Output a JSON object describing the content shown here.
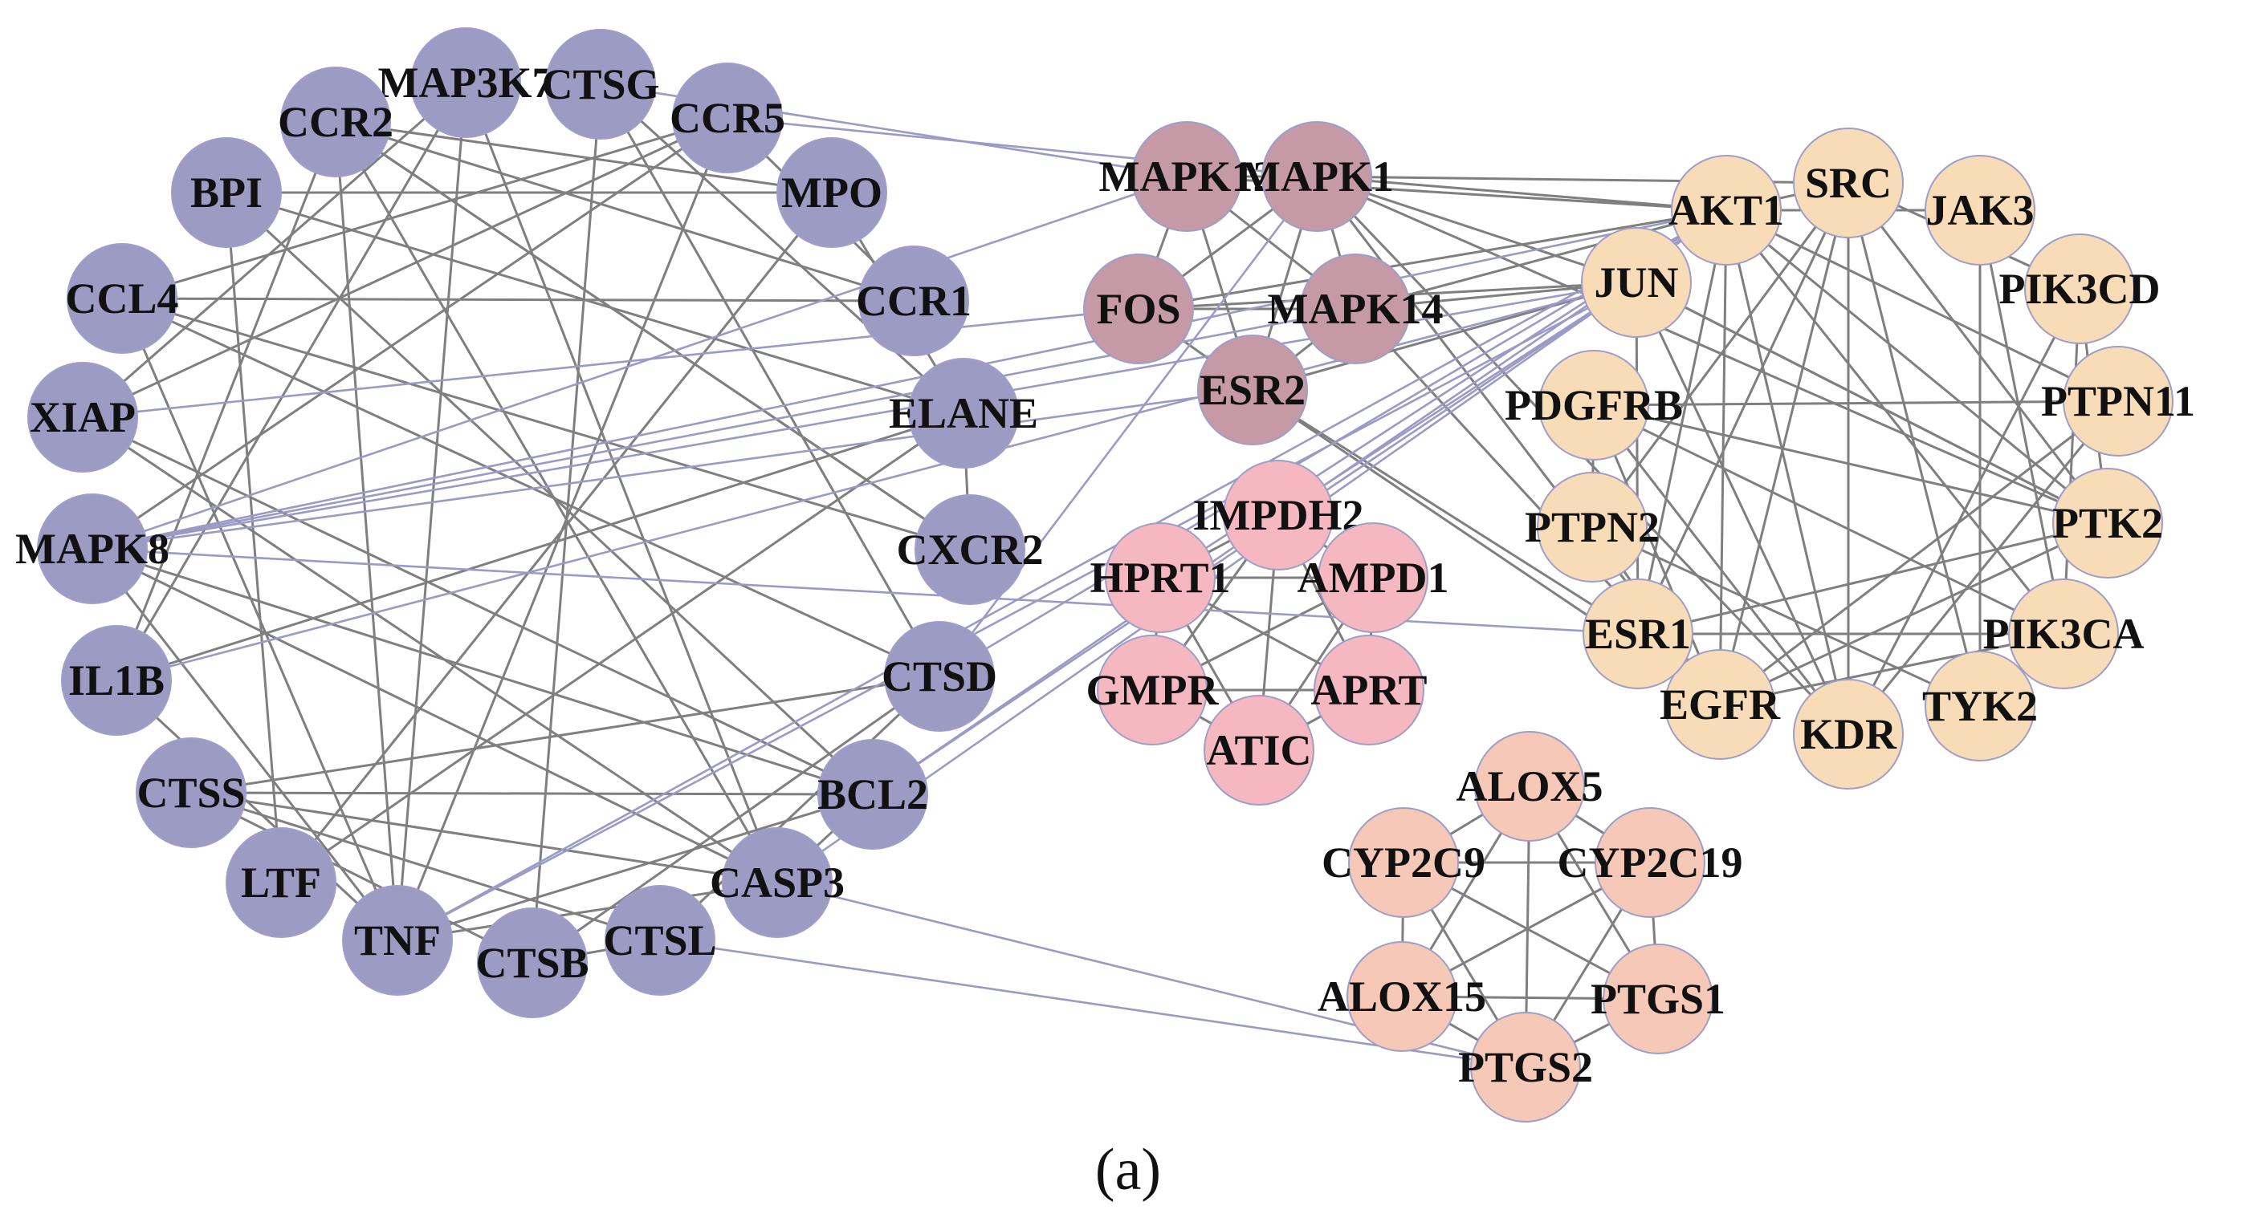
{
  "caption": "(a)",
  "colors": {
    "background": "#ffffff",
    "edge_gray": "#7f7f7f",
    "edge_lavender": "#9a9ac6",
    "node_stroke": "#9e9ec8",
    "label": "#111111"
  },
  "clusters": [
    {
      "id": "immune",
      "color": "#9b9bc3",
      "nodes": [
        "MAP3K7",
        "CTSG",
        "CCR5",
        "MPO",
        "CCR1",
        "ELANE",
        "CXCR2",
        "CTSD",
        "BCL2",
        "CASP3",
        "CTSL",
        "CTSB",
        "TNF",
        "LTF",
        "CTSS",
        "IL1B",
        "MAPK8",
        "XIAP",
        "CCL4",
        "BPI",
        "CCR2"
      ]
    },
    {
      "id": "mapk",
      "color": "#c59aa6",
      "nodes": [
        "MAPK12",
        "MAPK1",
        "FOS",
        "MAPK14",
        "ESR2"
      ]
    },
    {
      "id": "purine",
      "color": "#f5b8c0",
      "nodes": [
        "IMPDH2",
        "HPRT1",
        "AMPD1",
        "GMPR",
        "APRT",
        "ATIC"
      ]
    },
    {
      "id": "kinase",
      "color": "#f8dcb8",
      "nodes": [
        "SRC",
        "JAK3",
        "PIK3CD",
        "PTPN11",
        "PTK2",
        "PIK3CA",
        "TYK2",
        "KDR",
        "EGFR",
        "ESR1",
        "PTPN2",
        "PDGFRB",
        "JUN",
        "AKT1"
      ]
    },
    {
      "id": "eicosanoid",
      "color": "#f5c8b8",
      "nodes": [
        "ALOX5",
        "CYP2C19",
        "PTGS1",
        "PTGS2",
        "ALOX15",
        "CYP2C9"
      ]
    }
  ],
  "edges": [
    [
      "CCR2",
      "CXCR2"
    ],
    [
      "CCR2",
      "TNF"
    ],
    [
      "CCR2",
      "CCR1"
    ],
    [
      "BPI",
      "MPO"
    ],
    [
      "BPI",
      "ELANE"
    ],
    [
      "BPI",
      "LTF"
    ],
    [
      "CCL4",
      "CCR1"
    ],
    [
      "CCL4",
      "CCR5"
    ],
    [
      "CCL4",
      "CXCR2"
    ],
    [
      "CCL4",
      "TNF"
    ],
    [
      "XIAP",
      "BCL2"
    ],
    [
      "XIAP",
      "CASP3"
    ],
    [
      "XIAP",
      "CCR5"
    ],
    [
      "MAPK8",
      "CASP3"
    ],
    [
      "MAPK8",
      "BCL2"
    ],
    [
      "MAPK8",
      "CCR5"
    ],
    [
      "MAPK8",
      "TNF"
    ],
    [
      "IL1B",
      "TNF"
    ],
    [
      "IL1B",
      "CCR2"
    ],
    [
      "IL1B",
      "MAP3K7"
    ],
    [
      "IL1B",
      "ELANE"
    ],
    [
      "CTSS",
      "CTSD"
    ],
    [
      "CTSS",
      "CTSL"
    ],
    [
      "CTSS",
      "CTSB"
    ],
    [
      "CTSS",
      "BCL2"
    ],
    [
      "CTSS",
      "CASP3"
    ],
    [
      "LTF",
      "MPO"
    ],
    [
      "LTF",
      "ELANE"
    ],
    [
      "TNF",
      "MAP3K7"
    ],
    [
      "TNF",
      "CCR5"
    ],
    [
      "TNF",
      "CASP3"
    ],
    [
      "TNF",
      "BCL2"
    ],
    [
      "CTSB",
      "CTSL"
    ],
    [
      "CTSB",
      "CTSD"
    ],
    [
      "CTSB",
      "CTSG"
    ],
    [
      "CTSL",
      "CTSD"
    ],
    [
      "CASP3",
      "BCL2"
    ],
    [
      "CASP3",
      "CCR2"
    ],
    [
      "BCL2",
      "BPI"
    ],
    [
      "CTSD",
      "CTSG"
    ],
    [
      "CTSD",
      "CCL4"
    ],
    [
      "CXCR2",
      "CCR2"
    ],
    [
      "CXCR2",
      "ELANE"
    ],
    [
      "ELANE",
      "CTSG"
    ],
    [
      "ELANE",
      "MPO"
    ],
    [
      "MPO",
      "CCR2"
    ],
    [
      "CCR1",
      "CCR5"
    ],
    [
      "MAP3K7",
      "CASP3"
    ],
    [
      "MAP3K7",
      "XIAP"
    ],
    [
      "MAPK12",
      "MAPK1"
    ],
    [
      "MAPK12",
      "FOS"
    ],
    [
      "MAPK12",
      "MAPK14"
    ],
    [
      "MAPK12",
      "ESR2"
    ],
    [
      "MAPK1",
      "FOS"
    ],
    [
      "MAPK1",
      "MAPK14"
    ],
    [
      "MAPK1",
      "ESR2"
    ],
    [
      "FOS",
      "MAPK14"
    ],
    [
      "FOS",
      "ESR2"
    ],
    [
      "MAPK14",
      "ESR2"
    ],
    [
      "MAPK1",
      "AKT1"
    ],
    [
      "MAPK1",
      "SRC"
    ],
    [
      "MAPK1",
      "JUN"
    ],
    [
      "MAPK1",
      "EGFR"
    ],
    [
      "MAPK1",
      "PTK2"
    ],
    [
      "MAPK12",
      "AKT1"
    ],
    [
      "MAPK14",
      "AKT1"
    ],
    [
      "MAPK14",
      "JUN"
    ],
    [
      "MAPK14",
      "EGFR"
    ],
    [
      "FOS",
      "JUN"
    ],
    [
      "FOS",
      "AKT1"
    ],
    [
      "ESR2",
      "ESR1"
    ],
    [
      "ESR2",
      "JUN"
    ],
    [
      "ESR2",
      "EGFR"
    ],
    [
      "MAPK1",
      "KDR"
    ],
    [
      "AKT1",
      "SRC"
    ],
    [
      "AKT1",
      "JAK3"
    ],
    [
      "AKT1",
      "PTK2"
    ],
    [
      "AKT1",
      "PIK3CA"
    ],
    [
      "AKT1",
      "EGFR"
    ],
    [
      "AKT1",
      "KDR"
    ],
    [
      "AKT1",
      "PTPN11"
    ],
    [
      "SRC",
      "PIK3CD"
    ],
    [
      "SRC",
      "PTK2"
    ],
    [
      "SRC",
      "EGFR"
    ],
    [
      "SRC",
      "KDR"
    ],
    [
      "SRC",
      "ESR1"
    ],
    [
      "SRC",
      "PTPN2"
    ],
    [
      "SRC",
      "TYK2"
    ],
    [
      "JAK3",
      "TYK2"
    ],
    [
      "JAK3",
      "PIK3CA"
    ],
    [
      "PIK3CD",
      "PIK3CA"
    ],
    [
      "PIK3CD",
      "KDR"
    ],
    [
      "PIK3CD",
      "PTK2"
    ],
    [
      "PTPN11",
      "PDGFRB"
    ],
    [
      "PTPN11",
      "EGFR"
    ],
    [
      "PTPN11",
      "KDR"
    ],
    [
      "PTK2",
      "PDGFRB"
    ],
    [
      "PTK2",
      "JUN"
    ],
    [
      "PTK2",
      "EGFR"
    ],
    [
      "PIK3CA",
      "ESR1"
    ],
    [
      "PIK3CA",
      "EGFR"
    ],
    [
      "PIK3CA",
      "PDGFRB"
    ],
    [
      "TYK2",
      "PTPN2"
    ],
    [
      "KDR",
      "PDGFRB"
    ],
    [
      "KDR",
      "JUN"
    ],
    [
      "EGFR",
      "PDGFRB"
    ],
    [
      "EGFR",
      "PTPN2"
    ],
    [
      "ESR1",
      "JUN"
    ],
    [
      "ESR1",
      "PTK2"
    ],
    [
      "PDGFRB",
      "PTPN2"
    ],
    [
      "JUN",
      "PTK2"
    ],
    [
      "AKT1",
      "ESR1"
    ],
    [
      "IMPDH2",
      "HPRT1"
    ],
    [
      "IMPDH2",
      "AMPD1"
    ],
    [
      "IMPDH2",
      "GMPR"
    ],
    [
      "IMPDH2",
      "APRT"
    ],
    [
      "IMPDH2",
      "ATIC"
    ],
    [
      "HPRT1",
      "AMPD1"
    ],
    [
      "HPRT1",
      "GMPR"
    ],
    [
      "HPRT1",
      "APRT"
    ],
    [
      "HPRT1",
      "ATIC"
    ],
    [
      "AMPD1",
      "GMPR"
    ],
    [
      "AMPD1",
      "APRT"
    ],
    [
      "AMPD1",
      "ATIC"
    ],
    [
      "GMPR",
      "APRT"
    ],
    [
      "GMPR",
      "ATIC"
    ],
    [
      "APRT",
      "ATIC"
    ],
    [
      "ALOX5",
      "CYP2C19"
    ],
    [
      "ALOX5",
      "CYP2C9"
    ],
    [
      "ALOX5",
      "ALOX15"
    ],
    [
      "ALOX5",
      "PTGS1"
    ],
    [
      "ALOX5",
      "PTGS2"
    ],
    [
      "CYP2C19",
      "PTGS1"
    ],
    [
      "CYP2C19",
      "CYP2C9"
    ],
    [
      "CYP2C19",
      "PTGS2"
    ],
    [
      "CYP2C19",
      "ALOX15"
    ],
    [
      "PTGS1",
      "PTGS2"
    ],
    [
      "PTGS1",
      "ALOX15"
    ],
    [
      "PTGS1",
      "CYP2C9"
    ],
    [
      "PTGS2",
      "ALOX15"
    ],
    [
      "PTGS2",
      "CYP2C9"
    ],
    [
      "ALOX15",
      "CYP2C9"
    ]
  ],
  "cross_edges": [
    [
      "CTSG",
      "MAPK12"
    ],
    [
      "CCR5",
      "MAPK1"
    ],
    [
      "MAPK8",
      "MAPK14"
    ],
    [
      "MAPK8",
      "MAPK12"
    ],
    [
      "MAPK8",
      "AKT1"
    ],
    [
      "MAPK8",
      "JUN"
    ],
    [
      "MAPK8",
      "ESR2"
    ],
    [
      "MAPK8",
      "ESR1"
    ],
    [
      "XIAP",
      "FOS"
    ],
    [
      "IL1B",
      "JUN"
    ],
    [
      "CTSD",
      "MAPK1"
    ],
    [
      "CTSD",
      "AKT1"
    ],
    [
      "BCL2",
      "JUN"
    ],
    [
      "BCL2",
      "AKT1"
    ],
    [
      "TNF",
      "AKT1"
    ],
    [
      "TNF",
      "JUN"
    ],
    [
      "CASP3",
      "PTGS2"
    ],
    [
      "CTSL",
      "PTGS2"
    ],
    [
      "HPRT1",
      "AKT1"
    ],
    [
      "IMPDH2",
      "JUN"
    ],
    [
      "CASP3",
      "JUN"
    ]
  ]
}
